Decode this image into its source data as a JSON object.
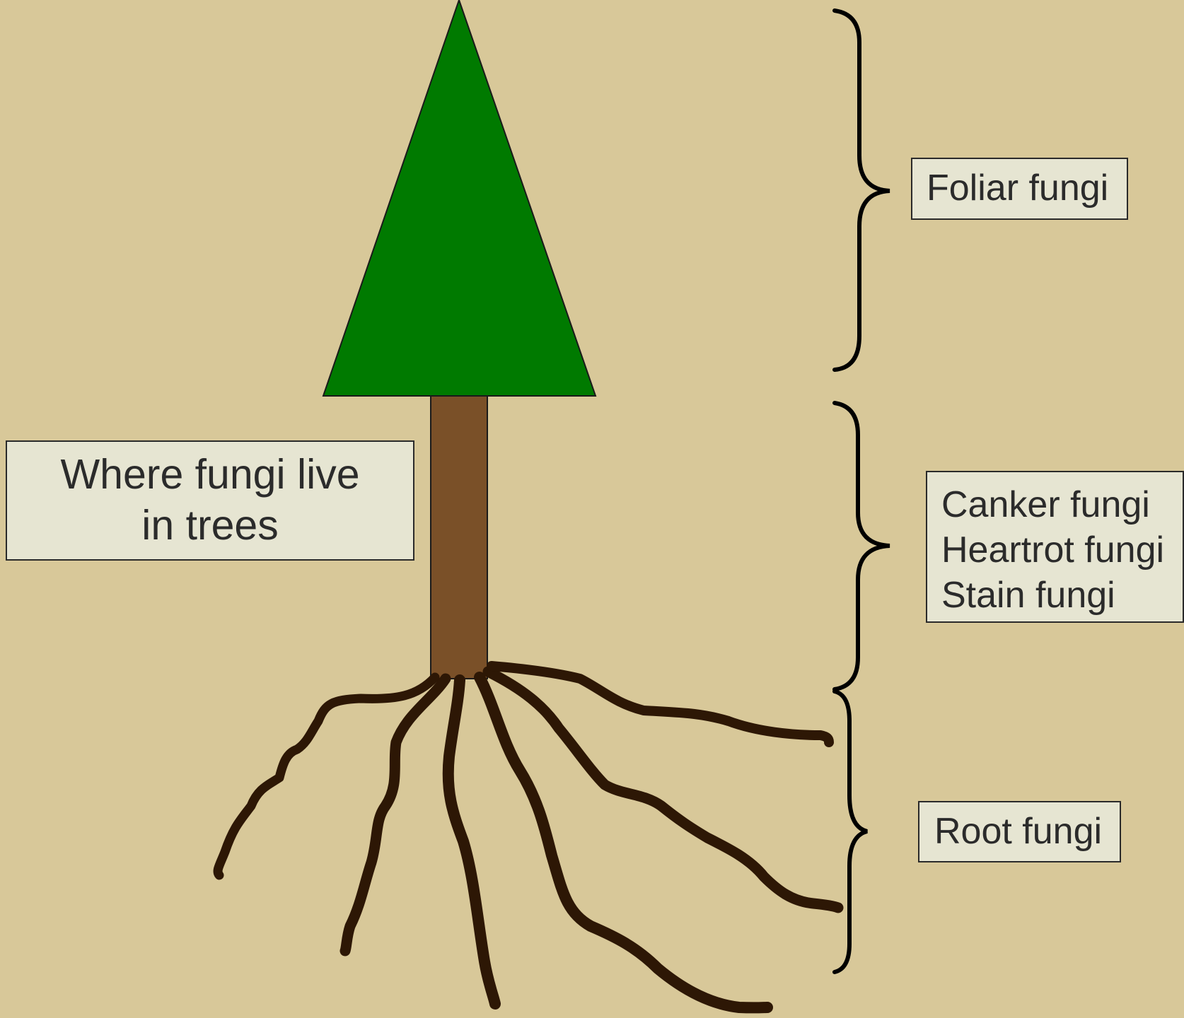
{
  "title": {
    "line1": "Where fungi live",
    "line2": "in trees"
  },
  "zones": {
    "crown": {
      "line1": "Foliar fungi"
    },
    "trunk": {
      "line1": "Canker fungi",
      "line2": "Heartrot fungi",
      "line3": "Stain fungi"
    },
    "roots": {
      "line1": "Root fungi"
    }
  },
  "colors": {
    "background": "#d8c899",
    "crown": "#007a00",
    "trunk": "#7a5028",
    "roots": "#2d1705",
    "label_box": "#e6e5d2",
    "bracket": "#000000"
  }
}
